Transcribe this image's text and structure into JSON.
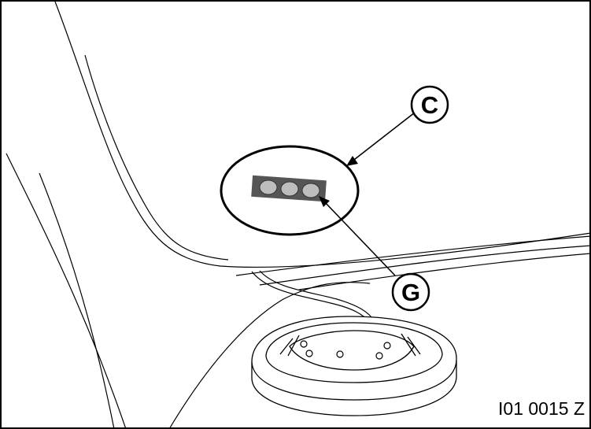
{
  "figure": {
    "callouts": [
      {
        "id": "C",
        "label": "C"
      },
      {
        "id": "G",
        "label": "G"
      }
    ],
    "figure_code": "I01 0015 Z",
    "colors": {
      "line": "#000000",
      "background": "#ffffff",
      "indicator_window": "#555555",
      "indicator_lamp": "#bdbdbd"
    },
    "indicator_lamp_count": 3
  }
}
